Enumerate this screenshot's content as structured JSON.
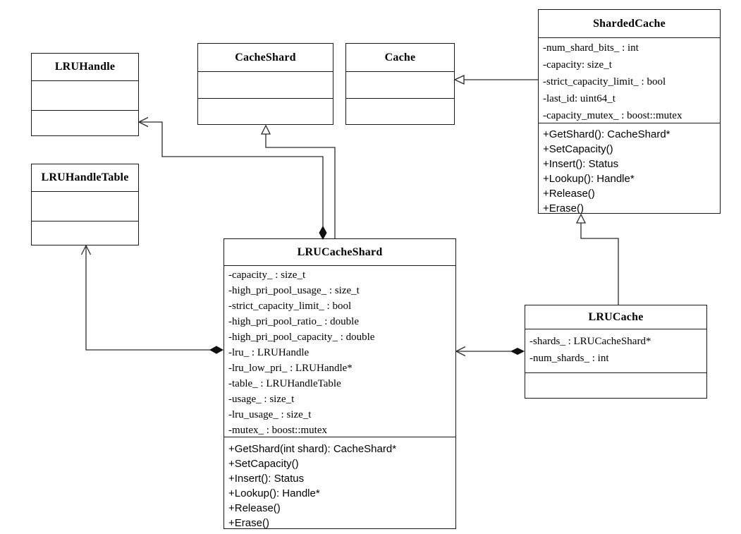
{
  "diagram": {
    "kind": "uml-class-diagram",
    "colors": {
      "background": "#ffffff",
      "line": "#2a2a2a",
      "border": "#1a1a1a",
      "text": "#000000"
    },
    "classes": {
      "lru_handle": {
        "name": "LRUHandle",
        "attributes": [],
        "methods": []
      },
      "lru_handle_table": {
        "name": "LRUHandleTable",
        "attributes": [],
        "methods": []
      },
      "cache_shard": {
        "name": "CacheShard",
        "attributes": [],
        "methods": []
      },
      "cache": {
        "name": "Cache",
        "attributes": [],
        "methods": []
      },
      "sharded_cache": {
        "name": "ShardedCache",
        "attributes": [
          "-num_shard_bits_ : int",
          "-capacity: size_t",
          "-strict_capacity_limit_ : bool",
          "-last_id: uint64_t",
          "-capacity_mutex_ : boost::mutex"
        ],
        "methods": [
          "+GetShard(): CacheShard*",
          "+SetCapacity()",
          "+Insert(): Status",
          "+Lookup(): Handle*",
          "+Release()",
          "+Erase()"
        ]
      },
      "lru_cache_shard": {
        "name": "LRUCacheShard",
        "attributes": [
          "-capacity_ : size_t",
          "-high_pri_pool_usage_ : size_t",
          "-strict_capacity_limit_ : bool",
          "-high_pri_pool_ratio_ : double",
          "-high_pri_pool_capacity_ : double",
          "-lru_ : LRUHandle",
          "-lru_low_pri_ : LRUHandle*",
          "-table_ : LRUHandleTable",
          "-usage_ : size_t",
          "-lru_usage_ : size_t",
          "-mutex_ : boost::mutex"
        ],
        "methods": [
          "+GetShard(int shard): CacheShard*",
          "+SetCapacity()",
          "+Insert(): Status",
          "+Lookup(): Handle*",
          "+Release()",
          "+Erase()"
        ]
      },
      "lru_cache": {
        "name": "LRUCache",
        "attributes": [
          "-shards_ : LRUCacheShard*",
          "-num_shards_ : int"
        ],
        "methods": []
      }
    },
    "relationships": [
      {
        "type": "composition",
        "owner": "LRUCacheShard",
        "part": "LRUHandle"
      },
      {
        "type": "composition",
        "owner": "LRUCacheShard",
        "part": "LRUHandleTable"
      },
      {
        "type": "generalization",
        "child": "LRUCacheShard",
        "parent": "CacheShard"
      },
      {
        "type": "generalization",
        "child": "ShardedCache",
        "parent": "Cache"
      },
      {
        "type": "generalization",
        "child": "LRUCache",
        "parent": "ShardedCache"
      },
      {
        "type": "composition",
        "owner": "LRUCache",
        "part": "LRUCacheShard"
      }
    ]
  }
}
